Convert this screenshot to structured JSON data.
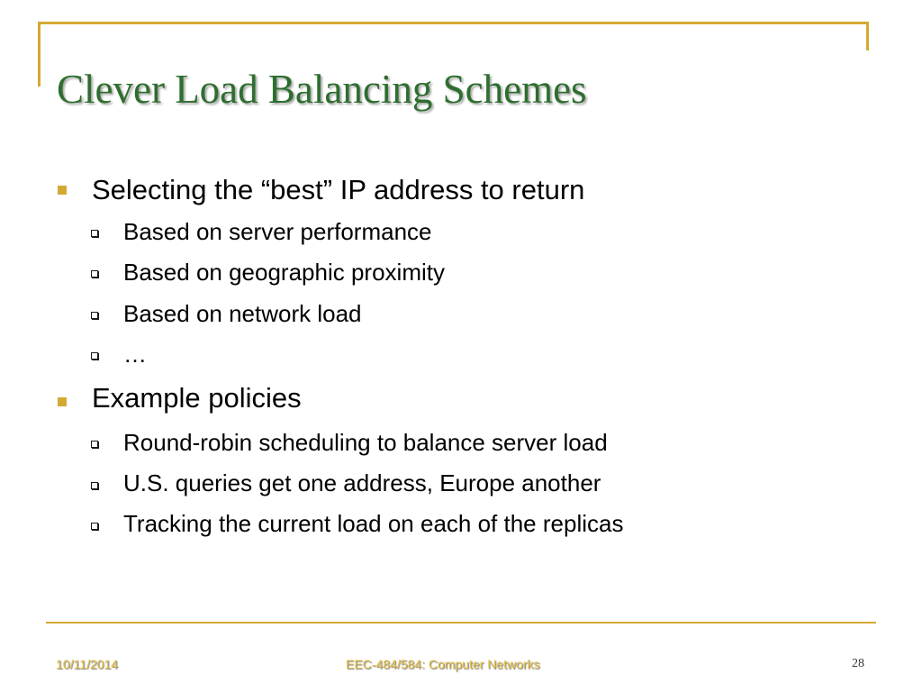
{
  "slide": {
    "title": "Clever Load Balancing Schemes",
    "colors": {
      "accent": "#D4A933",
      "title": "#2E6E2F",
      "footer_text": "#E8C140"
    },
    "bullets": [
      {
        "text": "Selecting the “best” IP address to return",
        "sub": [
          "Based on server performance",
          "Based on geographic proximity",
          "Based on network load",
          "…"
        ]
      },
      {
        "text": "Example policies",
        "sub": [
          "Round-robin scheduling to balance server load",
          "U.S. queries get one address, Europe another",
          "Tracking the current load on each of the replicas"
        ]
      }
    ]
  },
  "footer": {
    "date": "10/11/2014",
    "course": "EEC-484/584: Computer Networks",
    "page_number": "28"
  }
}
